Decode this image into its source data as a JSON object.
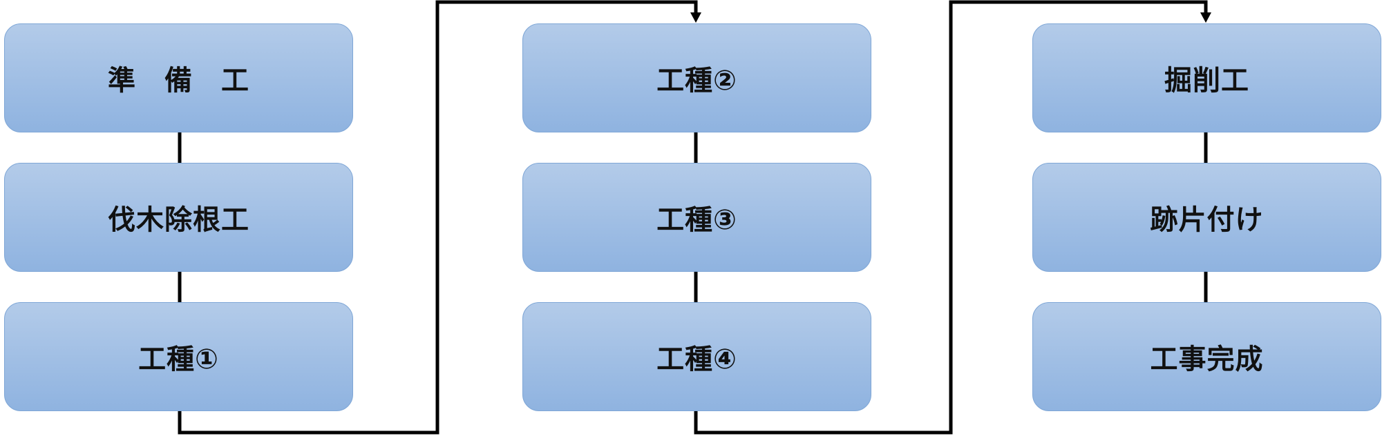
{
  "flowchart": {
    "column1": {
      "steps": [
        {
          "label": "準　備　工"
        },
        {
          "label": "伐木除根工"
        },
        {
          "label": "工種①"
        }
      ]
    },
    "column2": {
      "steps": [
        {
          "label": "工種②"
        },
        {
          "label": "工種③"
        },
        {
          "label": "工種④"
        }
      ]
    },
    "column3": {
      "steps": [
        {
          "label": "掘削工"
        },
        {
          "label": "跡片付け"
        },
        {
          "label": "工事完成"
        }
      ]
    }
  },
  "colors": {
    "box_top": "#b3cbe9",
    "box_bottom": "#8fb3e0",
    "box_border": "#7ea6d6",
    "connector": "#000000",
    "text": "#111111"
  }
}
